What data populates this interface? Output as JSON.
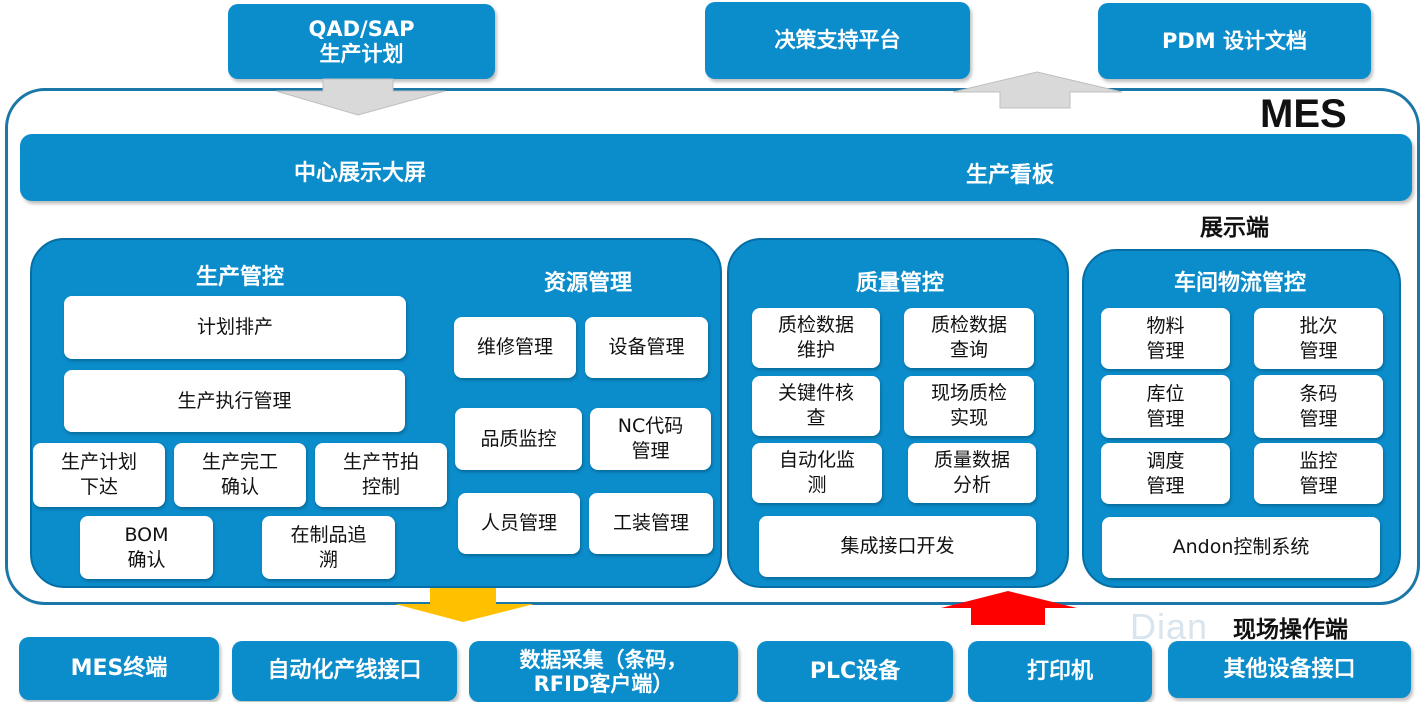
{
  "top": {
    "qad_sap": "QAD/SAP\n生产计划",
    "decision": "决策支持平台",
    "pdm": "PDM 设计文档"
  },
  "mes_label": "MES",
  "display": {
    "center_screen": "中心展示大屏",
    "kanban": "生产看板",
    "label": "展示端"
  },
  "production": {
    "title": "生产管控",
    "items": [
      "计划排产",
      "生产执行管理",
      "生产计划\n下达",
      "生产完工\n确认",
      "生产节拍\n控制",
      "BOM\n确认",
      "在制品追\n溯"
    ]
  },
  "resource": {
    "title": "资源管理",
    "items": [
      "维修管理",
      "设备管理",
      "品质监控",
      "NC代码\n管理",
      "人员管理",
      "工装管理"
    ]
  },
  "quality": {
    "title": "质量管控",
    "items": [
      "质检数据\n维护",
      "质检数据\n查询",
      "关键件核\n查",
      "现场质检\n实现",
      "自动化监\n测",
      "质量数据\n分析",
      "集成接口开发"
    ]
  },
  "logistics": {
    "title": "车间物流管控",
    "items": [
      "物料\n管理",
      "批次\n管理",
      "库位\n管理",
      "条码\n管理",
      "调度\n管理",
      "监控\n管理",
      "Andon控制系统"
    ]
  },
  "field": {
    "label": "现场操作端",
    "watermark": "Dian",
    "items": [
      "MES终端",
      "自动化产线接口",
      "数据采集（条码，\nRFID客户端）",
      "PLC设备",
      "打印机",
      "其他设备接口"
    ]
  },
  "colors": {
    "primary_blue": "#0b8ccb",
    "arrow_gray": "#d9d9d9",
    "arrow_yellow": "#ffc000",
    "arrow_red": "#ff0000"
  }
}
